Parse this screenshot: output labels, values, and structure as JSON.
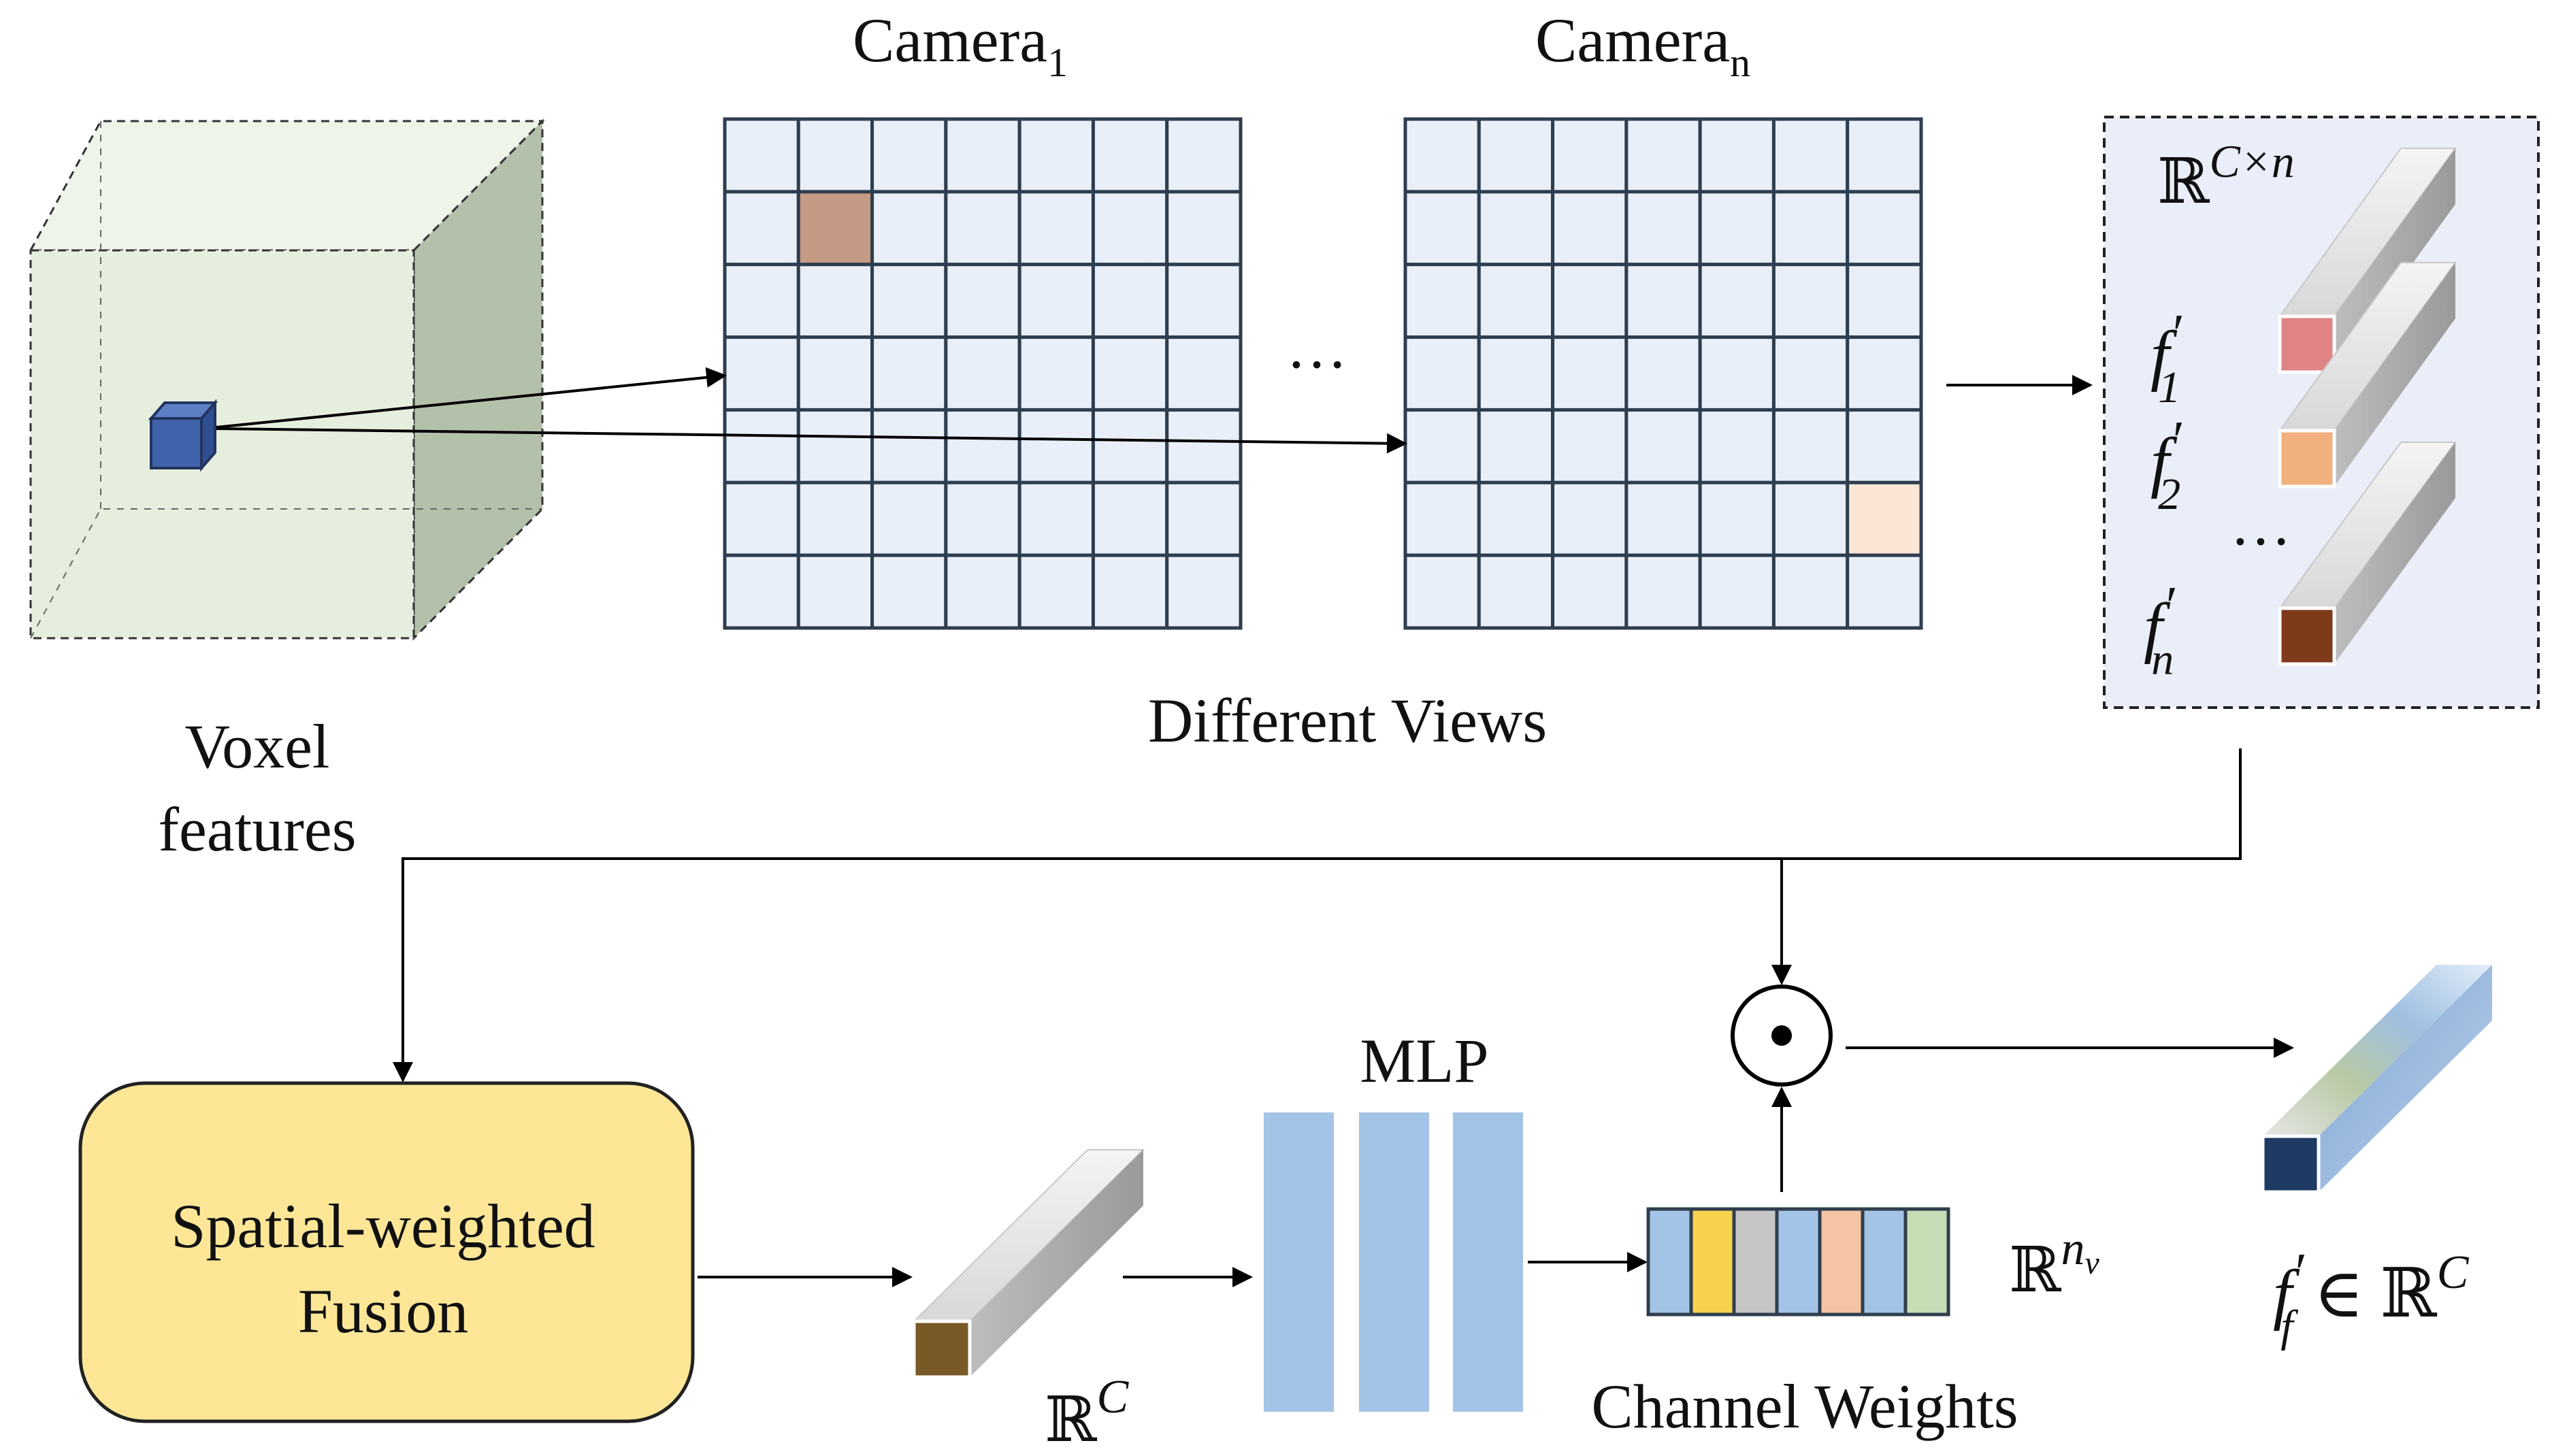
{
  "voxel": {
    "label_line1": "Voxel",
    "label_line2": "features"
  },
  "cameras": {
    "first": {
      "name": "Camera",
      "sub": "1"
    },
    "last": {
      "name": "Camera",
      "sub": "n"
    },
    "ellipsis": "…",
    "group_label": "Different Views"
  },
  "features_panel": {
    "space_base": "ℝ",
    "space_exp": "C×n",
    "f1": {
      "base": "f",
      "prime": "′",
      "sub": "1"
    },
    "f2": {
      "base": "f",
      "prime": "′",
      "sub": "2"
    },
    "fn": {
      "base": "f",
      "prime": "′",
      "sub": "n"
    },
    "ellipsis": "…"
  },
  "fusion": {
    "line1": "Spatial-weighted",
    "line2": "Fusion"
  },
  "fused_vector": {
    "space_base": "ℝ",
    "space_exp": "C"
  },
  "mlp": {
    "label": "MLP"
  },
  "weights": {
    "label": "Channel Weights",
    "space_base": "ℝ",
    "space_exp": "n",
    "space_exp_sub": "v"
  },
  "hadamard": {
    "symbol": "⊙"
  },
  "output": {
    "base": "f",
    "prime": "′",
    "sub": "f",
    "rel": "∈",
    "space_base": "ℝ",
    "space_exp": "C"
  },
  "colors": {
    "grid_fill": "#e8eff9",
    "grid_line": "#2f3e4e",
    "cell_cam1": "#c49a84",
    "cell_camn": "#fbe6d6",
    "cube_front": "#e6efdd",
    "cube_side": "#b3c1ab",
    "voxel": "#3f63ab",
    "panel_bg": "#e9eef8",
    "f1": "#e08486",
    "f2": "#f2b07e",
    "fn": "#7f3a1c",
    "fusion_fill": "#fde797",
    "mlp": "#a3c4e6",
    "fused_end": "#785a28",
    "output_end": "#1f3a63",
    "weight_cells": [
      "#a3c4e6",
      "#f6d24e",
      "#c6c6c6",
      "#a3c4e6",
      "#f5c4a4",
      "#a3c4e6",
      "#c5deb6"
    ]
  }
}
